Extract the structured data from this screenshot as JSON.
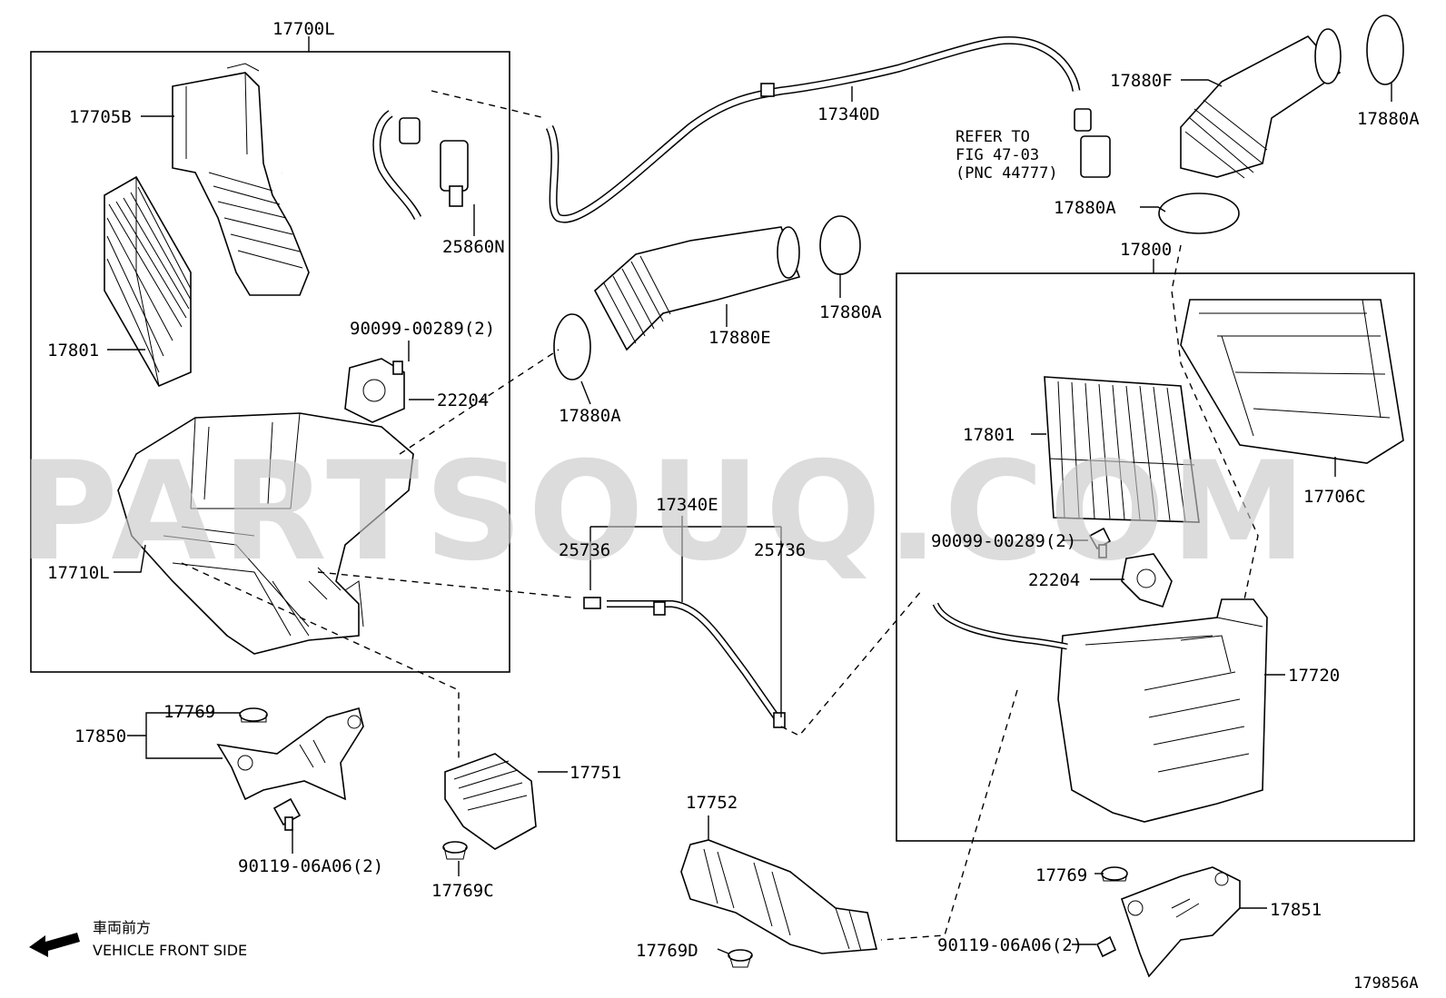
{
  "watermark": "PARTSOUQ.COM",
  "figure_id": "179856A",
  "legend": {
    "jp": "車両前方",
    "en": "VEHICLE FRONT SIDE"
  },
  "refer_note": {
    "line1": "REFER TO",
    "line2": "FIG 47-03",
    "line3": "(PNC 44777)"
  },
  "labels": {
    "l17700L": "17700L",
    "l17705B": "17705B",
    "l17801a": "17801",
    "l25860N": "25860N",
    "l90099a": "90099-00289(2)",
    "l22204a": "22204",
    "l17710L": "17710L",
    "l17340D": "17340D",
    "l17880F": "17880F",
    "l17880A1": "17880A",
    "l17880A2": "17880A",
    "l17880A3": "17880A",
    "l17880A4": "17880A",
    "l17880E": "17880E",
    "l17800": "17800",
    "l17801b": "17801",
    "l17706C": "17706C",
    "l90099b": "90099-00289(2)",
    "l22204b": "22204",
    "l17720": "17720",
    "l17340E": "17340E",
    "l25736a": "25736",
    "l25736b": "25736",
    "l17769a": "17769",
    "l17850": "17850",
    "l90119a": "90119-06A06(2)",
    "l17751": "17751",
    "l17769C": "17769C",
    "l17752": "17752",
    "l17769D": "17769D",
    "l17769b": "17769",
    "l17851": "17851",
    "l90119b": "90119-06A06(2)"
  }
}
